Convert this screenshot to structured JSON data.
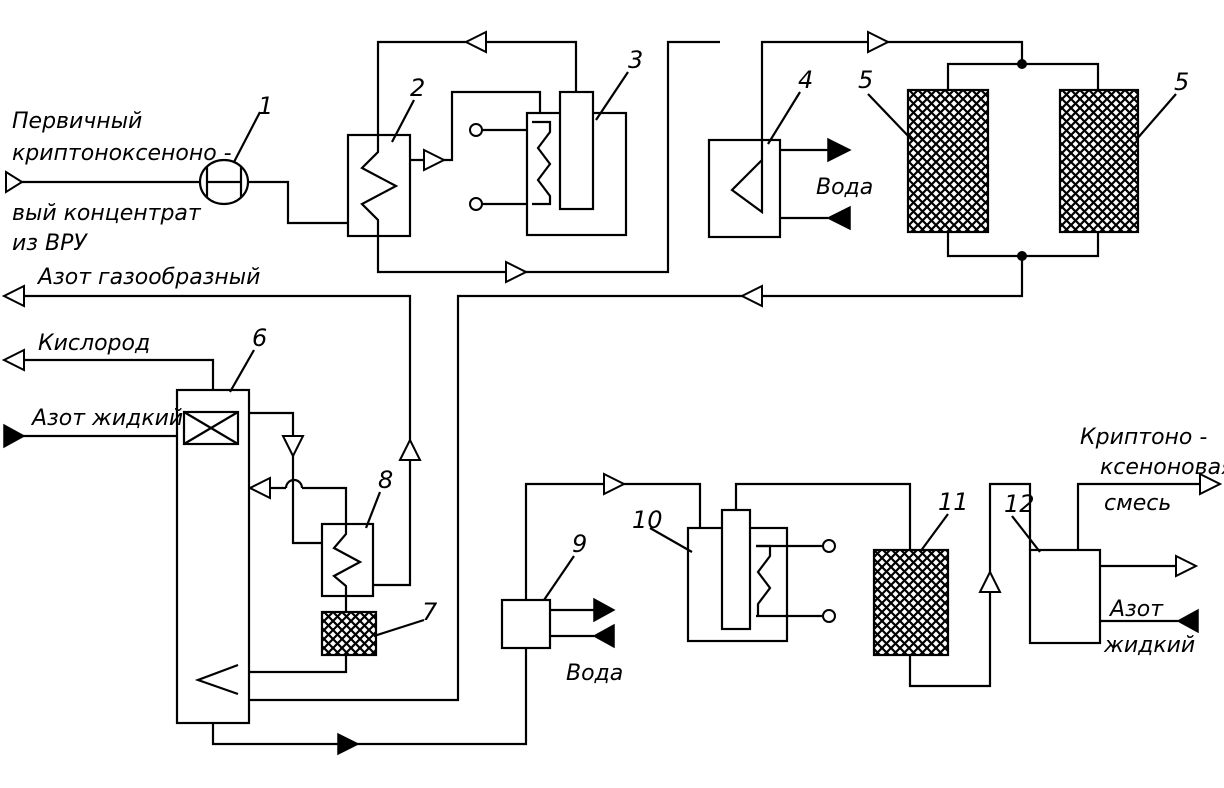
{
  "labels": {
    "feed_line1": "Первичный",
    "feed_line2": "криптоноксеноно -",
    "feed_line3": "вый концентрат",
    "feed_line4": "из ВРУ",
    "water_4": "Вода",
    "nitrogen_gas": "Азот газообразный",
    "oxygen": "Кислород",
    "nitrogen_liquid": "Азот жидкий",
    "water_9": "Вода",
    "product_line1": "Криптоно -",
    "product_line2": "ксеноновая",
    "product_line3": "смесь",
    "nitrogen_liquid2_line1": "Азот",
    "nitrogen_liquid2_line2": "жидкий"
  },
  "numbers": {
    "n1": "1",
    "n2": "2",
    "n3": "3",
    "n4": "4",
    "n5a": "5",
    "n5b": "5",
    "n6": "6",
    "n7": "7",
    "n8": "8",
    "n9": "9",
    "n10": "10",
    "n11": "11",
    "n12": "12"
  }
}
